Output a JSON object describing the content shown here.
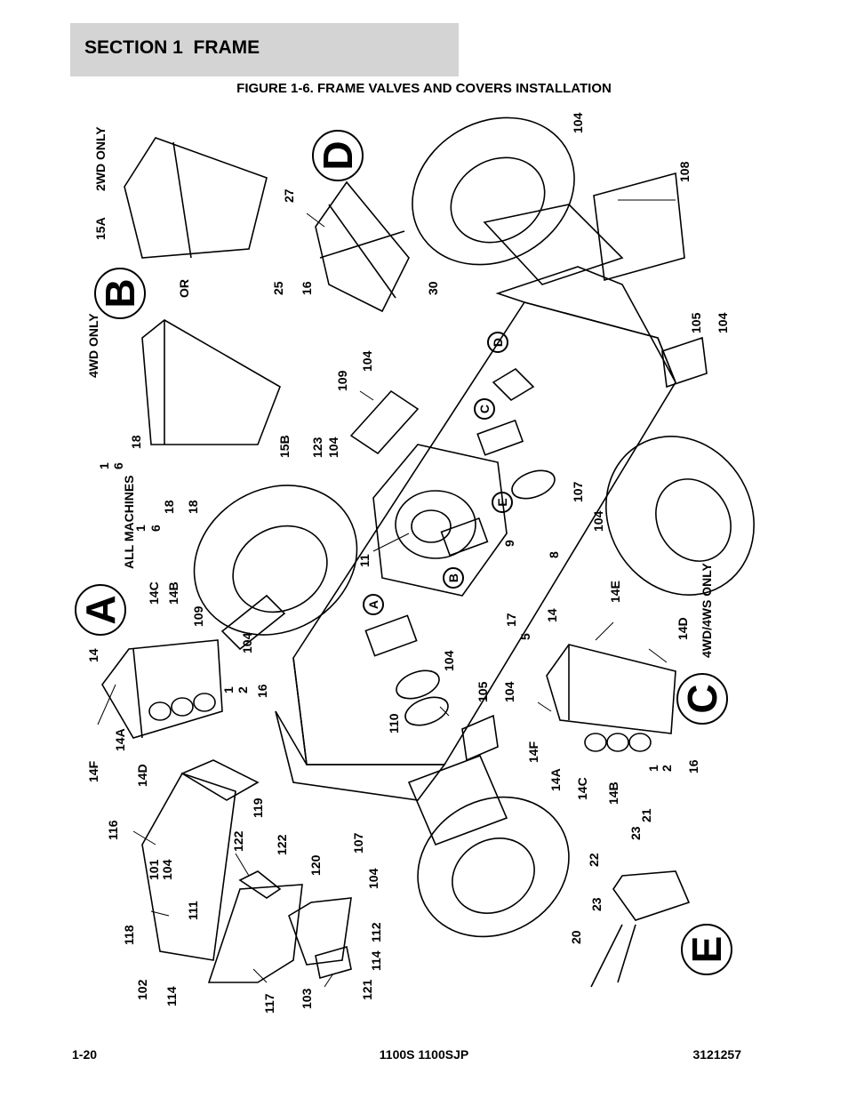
{
  "header": {
    "section_title": "SECTION 1  FRAME",
    "figure_title": "FIGURE 1-6. FRAME VALVES AND COVERS INSTALLATION"
  },
  "footer": {
    "page_number": "1-20",
    "model": "1100S 1100SJP",
    "doc_number": "3121257"
  },
  "detail_letters": [
    "A",
    "B",
    "C",
    "D",
    "E"
  ],
  "callouts": {
    "all_machines": "ALL MACHINES",
    "only_2wd": "2WD ONLY",
    "only_4wd": "4WD ONLY",
    "only_4wd_4ws": "4WD/4WS ONLY",
    "or": "OR",
    "n1": "1",
    "n2": "2",
    "n5": "5",
    "n6": "6",
    "n8": "8",
    "n9": "9",
    "n11": "11",
    "n14": "14",
    "n14A": "14A",
    "n14B": "14B",
    "n14C": "14C",
    "n14D": "14D",
    "n14E": "14E",
    "n14F": "14F",
    "n15A": "15A",
    "n15B": "15B",
    "n16": "16",
    "n17": "17",
    "n18": "18",
    "n20": "20",
    "n21": "21",
    "n22": "22",
    "n23": "23",
    "n25": "25",
    "n27": "27",
    "n30": "30",
    "n101": "101",
    "n102": "102",
    "n103": "103",
    "n104": "104",
    "n105": "105",
    "n107": "107",
    "n108": "108",
    "n109": "109",
    "n110": "110",
    "n111": "111",
    "n112": "112",
    "n114": "114",
    "n116": "116",
    "n117": "117",
    "n118": "118",
    "n119": "119",
    "n120": "120",
    "n121": "121",
    "n122": "122",
    "n123": "123"
  }
}
